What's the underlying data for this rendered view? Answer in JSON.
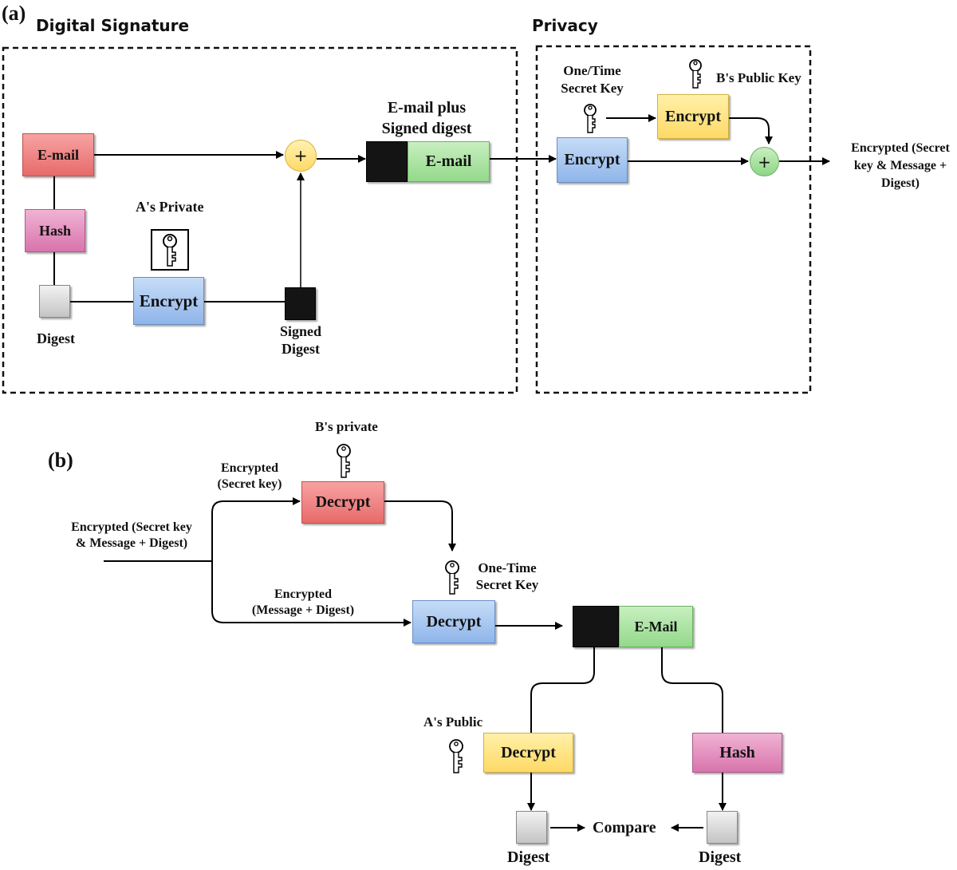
{
  "part_a": {
    "label": "(a)",
    "digital_signature_title": "Digital Signature",
    "privacy_title": "Privacy",
    "email_box": "E-mail",
    "hash_box": "Hash",
    "digest_label": "Digest",
    "a_private_label": "A's Private",
    "encrypt_box": "Encrypt",
    "signed_digest_line1": "Signed",
    "signed_digest_line2": "Digest",
    "combined_line1": "E-mail plus",
    "combined_line2": "Signed digest",
    "combined_email_box": "E-mail",
    "one_time_line1": "One/Time",
    "one_time_line2": "Secret Key",
    "b_public_label": "B's Public Key",
    "privacy_encrypt_key": "Encrypt",
    "privacy_encrypt_msg": "Encrypt",
    "output_line1": "Encrypted (Secret",
    "output_line2": "key & Message +",
    "output_line3": "Digest)"
  },
  "part_b": {
    "label": "(b)",
    "b_private_label": "B's private",
    "enc_secret_line1": "Encrypted",
    "enc_secret_line2": "(Secret key)",
    "input_line1": "Encrypted (Secret key",
    "input_line2": "& Message + Digest)",
    "decrypt_key_box": "Decrypt",
    "one_time_line1": "One-Time",
    "one_time_line2": "Secret Key",
    "enc_msg_line1": "Encrypted",
    "enc_msg_line2": "(Message + Digest)",
    "decrypt_msg_box": "Decrypt",
    "email_box": "E-Mail",
    "a_public_label": "A's Public",
    "decrypt_digest_box": "Decrypt",
    "hash_box": "Hash",
    "compare_label": "Compare",
    "digest_left": "Digest",
    "digest_right": "Digest"
  },
  "colors": {
    "red": "#e86a6a",
    "pink": "#d874ac",
    "blue": "#8fb5ea",
    "green": "#93d98a",
    "yellow": "#ffd966",
    "black": "#141414",
    "gray": "#c4c4c4"
  },
  "symbols": {
    "plus": "+"
  }
}
